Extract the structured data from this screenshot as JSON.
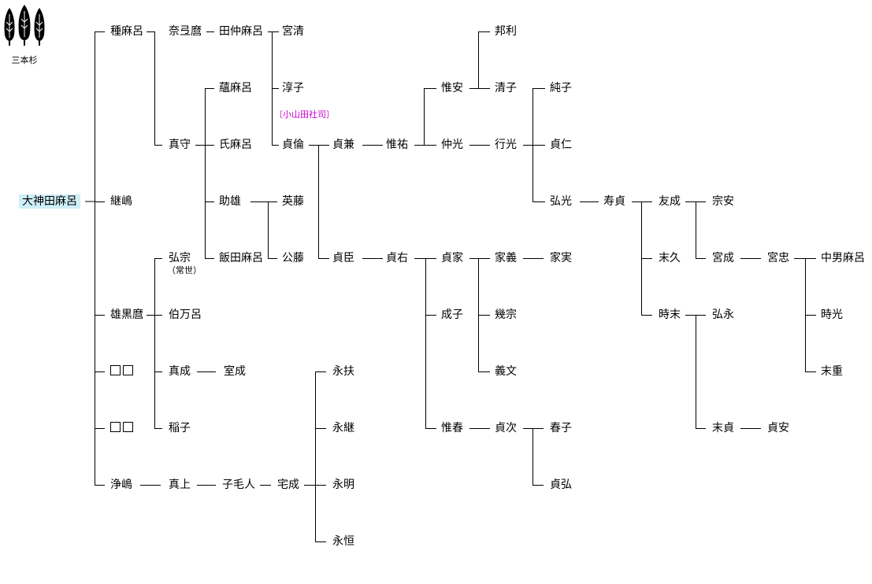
{
  "crest": {
    "label": "三本杉"
  },
  "nodes": {
    "root": "大神田麻呂",
    "tanemaro": "種麻呂",
    "naradamaro": "奈弖麿",
    "tanakamaro": "田仲麻呂",
    "miyakiyo": "宮清",
    "kunitoshi": "邦利",
    "atsuko": "淳子",
    "koremaro": "蘊麻呂",
    "koreyasu": "惟安",
    "kiyoko": "清子",
    "sumiko": "純子",
    "oyamada_note": "〔小山田社司〕",
    "mamori": "真守",
    "ujimaro": "氏麻呂",
    "sadanori": "貞倫",
    "sadakane": "貞兼",
    "koresuke": "惟祐",
    "nakamitsu": "仲光",
    "yukimitsu": "行光",
    "sadahito": "貞仁",
    "tsugushima": "継嶋",
    "sukeo": "助雄",
    "hidefuji": "英藤",
    "hiromitsu": "弘光",
    "jusada": "寿貞",
    "tomonari": "友成",
    "muneyasu": "宗安",
    "hiromune": "弘宗",
    "hiromune_note": "（常世）",
    "iidamaro": "飯田麻呂",
    "kimifuji": "公藤",
    "sadaomi": "貞臣",
    "sadasuke": "貞右",
    "sadaie": "貞家",
    "ieyoshi": "家義",
    "iezane": "家実",
    "suehisa": "末久",
    "miyanari": "宮成",
    "miyatada": "宮忠",
    "nakaomaro": "中男麻呂",
    "okuromaro": "雄黒麿",
    "hakumanro": "伯万呂",
    "shigeko": "成子",
    "ikumune": "幾宗",
    "tokisue": "時末",
    "hironaga": "弘永",
    "tokimitsu": "時光",
    "manari": "真成",
    "muronari": "室成",
    "nagasuke": "永扶",
    "yoshifumi": "義文",
    "sueshige": "末重",
    "inako": "稲子",
    "nagatsugu": "永継",
    "korehar": "惟春",
    "sadatsugu": "貞次",
    "haruko": "春子",
    "suesada": "末貞",
    "sadayasu": "貞安",
    "kiyoshima": "浄嶋",
    "makami": "真上",
    "kokebito": "子毛人",
    "takanari": "宅成",
    "nagaaki": "永明",
    "sadahiro": "貞弘",
    "nagatsune": "永恒"
  }
}
